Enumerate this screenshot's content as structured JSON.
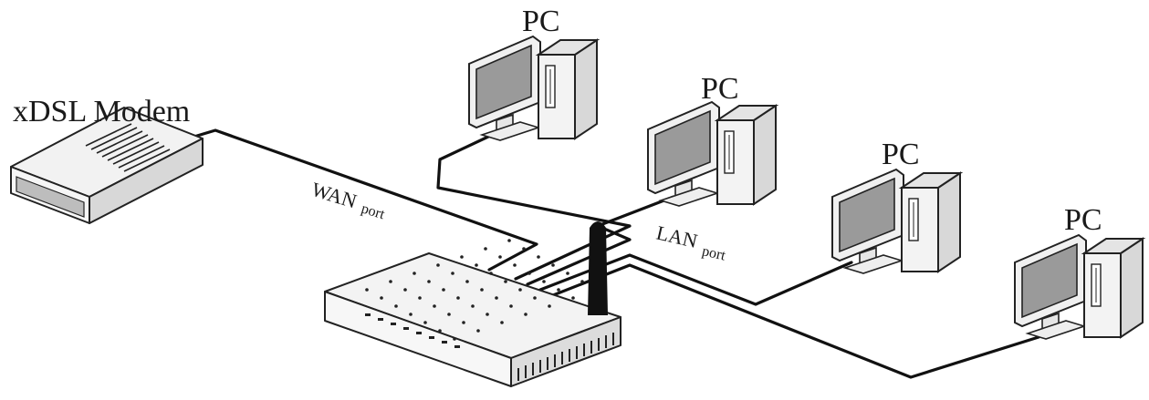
{
  "labels": {
    "modem": "xDSL Modem",
    "pc": "PC",
    "wan_main": "WAN",
    "wan_sub": "port",
    "lan_main": "LAN",
    "lan_sub": "port"
  },
  "nodes": [
    {
      "id": "modem",
      "type": "xdsl-modem"
    },
    {
      "id": "router",
      "type": "wireless-router"
    },
    {
      "id": "pc-1",
      "type": "pc"
    },
    {
      "id": "pc-2",
      "type": "pc"
    },
    {
      "id": "pc-3",
      "type": "pc"
    },
    {
      "id": "pc-4",
      "type": "pc"
    }
  ],
  "connections": [
    {
      "from": "modem",
      "to": "router",
      "via": "wan-port"
    },
    {
      "from": "router",
      "to": "pc-1",
      "via": "lan-port"
    },
    {
      "from": "router",
      "to": "pc-2",
      "via": "lan-port"
    },
    {
      "from": "router",
      "to": "pc-3",
      "via": "lan-port"
    },
    {
      "from": "router",
      "to": "pc-4",
      "via": "lan-port"
    }
  ],
  "colors": {
    "line": "#111111",
    "device_fill": "#f2f2f2",
    "device_shade": "#d6d6d6",
    "screen": "#9a9a9a"
  }
}
